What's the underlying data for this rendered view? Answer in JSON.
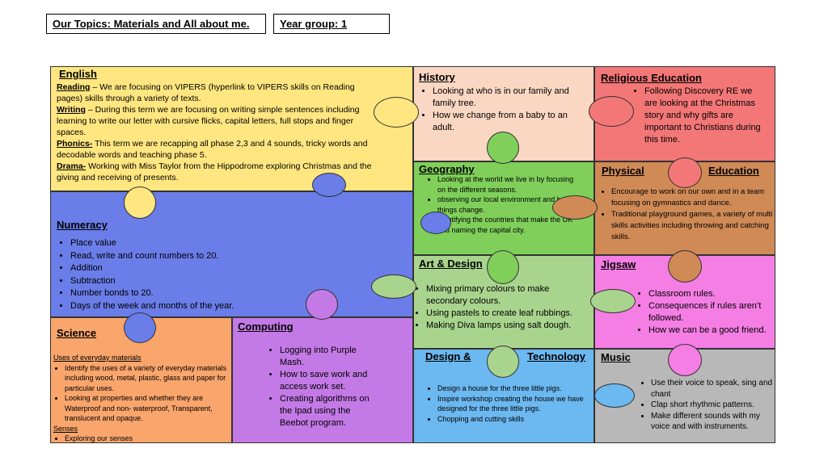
{
  "header": {
    "topics": "Our Topics: Materials and All about me.",
    "year_group": "Year group: 1"
  },
  "colors": {
    "english": "#FFE680",
    "numeracy": "#6A7DE8",
    "science": "#F9A56C",
    "computing": "#C47AE6",
    "history": "#FAD7C2",
    "geography": "#7FCF5A",
    "art": "#A9D48E",
    "design": "#6CB8F0",
    "re": "#F47777",
    "pe": "#CF8A56",
    "jigsaw": "#F57EE4",
    "music": "#B8B8B8"
  },
  "english": {
    "title": "English",
    "reading_label": "Reading",
    "reading_text": " – We are focusing on VIPERS (hyperlink to VIPERS skills on Reading pages) skills through  a variety of texts.",
    "writing_label": "Writing",
    "writing_text": " –  During this term we are focusing on writing simple sentences including learning to write our letter with cursive flicks, capital letters, full stops and finger spaces.",
    "phonics_label": "Phonics-",
    "phonics_text": "  This term we are recapping all phase 2,3 and 4 sounds, tricky words and decodable words and teaching phase 5.",
    "drama_label": "Drama-",
    "drama_text": " Working with Miss Taylor from the Hippodrome exploring Christmas and the giving and receiving of presents."
  },
  "numeracy": {
    "title": "Numeracy",
    "items": [
      "Place value",
      "Read, write and count numbers to 20.",
      "Addition",
      "Subtraction",
      " Number bonds to 20.",
      "Days of the week and months of the year."
    ]
  },
  "science": {
    "title": "Science",
    "sub1": "Uses of everyday materials",
    "items1": [
      "Identify the  uses of a variety of everyday materials including wood, metal, plastic, glass and paper for particular uses.",
      "Looking at properties and whether  they  are Waterproof and non- waterproof, Transparent, translucent and opaque."
    ],
    "sub2": "Senses",
    "items2": [
      "Exploring our senses"
    ]
  },
  "computing": {
    "title": "Computing",
    "items": [
      "Logging into Purple Mash.",
      "How to save work and access work set.",
      "Creating algorithms on the Ipad using the Beebot program."
    ]
  },
  "history": {
    "title": "History",
    "items": [
      "Looking at who is in our family and family tree.",
      "How we change from  a baby to an adult."
    ]
  },
  "geography": {
    "title": "Geography",
    "items": [
      "Looking at the world we live in by focusing on the different seasons.",
      "observing  our local environment and how things change.",
      "Identifying the countries that make the UK and naming the capital city."
    ]
  },
  "art": {
    "title": "Art & Design",
    "items": [
      "Mixing primary colours to make secondary colours.",
      "Using pastels to create leaf rubbings.",
      "Making Diva lamps using salt dough."
    ]
  },
  "design": {
    "title_left": "Design &",
    "title_right": "Technology",
    "items": [
      "Design a house for the three little pigs.",
      "Inspire workshop creating the house we have designed for the three little pigs.",
      "Chopping and cutting skills"
    ]
  },
  "re": {
    "title": "Religious Education",
    "items": [
      "Following Discovery RE we are looking at the Christmas story and why gifts are important to Christians during this time."
    ]
  },
  "pe": {
    "title_left": "Physical",
    "title_right": "Education",
    "items": [
      "Encourage to work on our own and in a team focusing on gymnastics and dance.",
      "Traditional playground games, a variety of multi skills activities including throwing and catching skills."
    ]
  },
  "jigsaw": {
    "title": "Jigsaw",
    "items": [
      "Classroom rules.",
      "Consequences if rules aren’t followed.",
      "How we can be a good friend."
    ]
  },
  "music": {
    "title": "Music",
    "items": [
      "Use their voice to speak, sing and chant",
      "Clap short rhythmic patterns.",
      "Make different sounds with my voice and with instruments."
    ]
  }
}
